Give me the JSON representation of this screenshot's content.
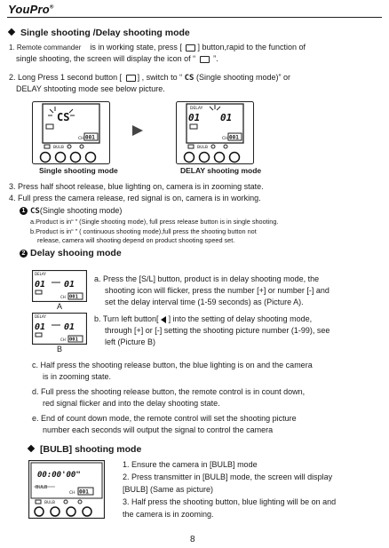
{
  "header": {
    "brand": "YouPro"
  },
  "section1": {
    "title": "Single shooting /Delay shooting mode",
    "p1_a": "1. Remote commander",
    "p1_b": "is in working state, press [",
    "p1_c": "] button,rapid to the function of",
    "p1_d": "single shooting,  the screen will display the icon of “",
    "p1_e": "”.",
    "p2_a": "2. Long Press 1 second button [",
    "p2_b": "] , switch to “",
    "p2_c": "(Single shooting mode)” or",
    "p2_d": "DELAY shtooting mode  see below picture.",
    "cap_single": "Single shooting mode",
    "cap_delay": "DELAY shooting mode",
    "p3": "3. Press half shoot release, blue lighting on, camera is in zooming state.",
    "p4": "4. Full press the camera release, red signal is on, camera is in working."
  },
  "sub1": {
    "num": "1",
    "title": "(Single shooting mode)",
    "a": "a.Product is in“     ” (Single shooting mode), full press release button is in single shooting.",
    "b": "b.Product  is in“     ” ( continuous shooting mode),full press the shooting button not",
    "b2": "release, camera will shooting depend on product shooting speed set."
  },
  "sub2": {
    "num": "2",
    "title": "Delay shooing mode",
    "a1": "a. Press the [S/L] button, product is in delay shooting mode, the",
    "a2": "shooting icon will flicker, press the number [+] or number [-] and",
    "a3": "set the delay interval time (1-59 seconds) as (Picture A).",
    "b1": "b. Turn left button[",
    "b1b": "] into the setting of delay shooting mode,",
    "b2": "through [+] or [-] setting the shooting picture number (1-99), see",
    "b3": "left (Picture B)",
    "fig_a": "A",
    "fig_b": "B",
    "c1": "c. Half press the shooting release button, the blue lighting is on and the camera",
    "c2": "is in zooming state.",
    "d1": "d. Full press the shooting release button, the remote control is in count down,",
    "d2": "red signal flicker and into the delay shooting state.",
    "e1": "e. End of count down mode, the remote control will set the shooting picture",
    "e2": "number  each seconds will output the signal to control the camera"
  },
  "bulb": {
    "title": "[BULB] shooting mode",
    "l1": "1. Ensure the camera in [BULB] mode",
    "l2": "2. Press transmitter in [BULB] mode, the screen will display",
    "l3": "[BULB] (Same as picture)",
    "l4": "3. Half press the shooting button, blue lighting will be on and",
    "l5": "the camera is in zooming."
  },
  "lcd": {
    "cs": "CS",
    "delay": "DELAY",
    "d01": "01",
    "d01b": "01",
    "ch": "CH",
    "ch_val": "001",
    "bulb": "BULB",
    "time": "00:00'00\""
  },
  "footer": {
    "page": "8"
  }
}
